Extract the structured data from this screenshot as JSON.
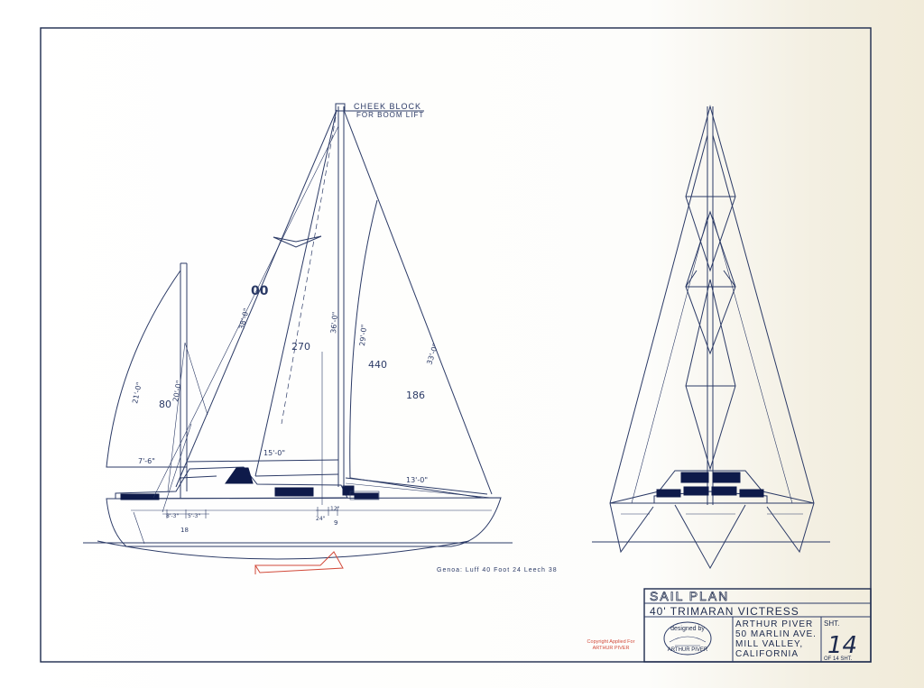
{
  "callout": {
    "line1": "CHEEK BLOCK",
    "line2": "FOR BOOM LIFT"
  },
  "sail_number": "00",
  "sails": {
    "mizzen": {
      "area": "80",
      "luff": "20'-0\"",
      "leech": "21'-0\"",
      "foot": "7'-6\""
    },
    "main": {
      "area": "270",
      "luff": "36'-0\"",
      "leech": "38'-0\"",
      "foot": "15'-0\""
    },
    "jib": {
      "area": "440",
      "luff": "29'-0\""
    },
    "genoa": {
      "area": "186",
      "leech": "33'-0\"",
      "foot": "13'-0\""
    }
  },
  "hull_dims": {
    "d1": "8'-3\"",
    "d2": "5'-3\"",
    "d3": "18",
    "d4": "24\"",
    "d5": "12\"",
    "d6": "9"
  },
  "genoa_note": "Genoa: Luff 40   Foot 24   Leech 38",
  "copyright": {
    "line1": "Copyright Applied For",
    "line2": "ARTHUR PIVER"
  },
  "title_block": {
    "title": "SAIL PLAN",
    "subtitle": "40' TRIMARAN VICTRESS",
    "logo_top": "designed by",
    "logo_bottom": "ARTHUR PIVER",
    "designer": "ARTHUR PIVER",
    "address1": "50 MARLIN AVE.",
    "address2": "MILL VALLEY,",
    "address3": "CALIFORNIA",
    "sheet_label": "SHT.",
    "sheet_number": "14",
    "sheet_total": "OF 14 SHT."
  },
  "colors": {
    "ink": "#2b3a66",
    "annotation_red": "#d24a3a",
    "window_fill": "#0e1a4a"
  }
}
